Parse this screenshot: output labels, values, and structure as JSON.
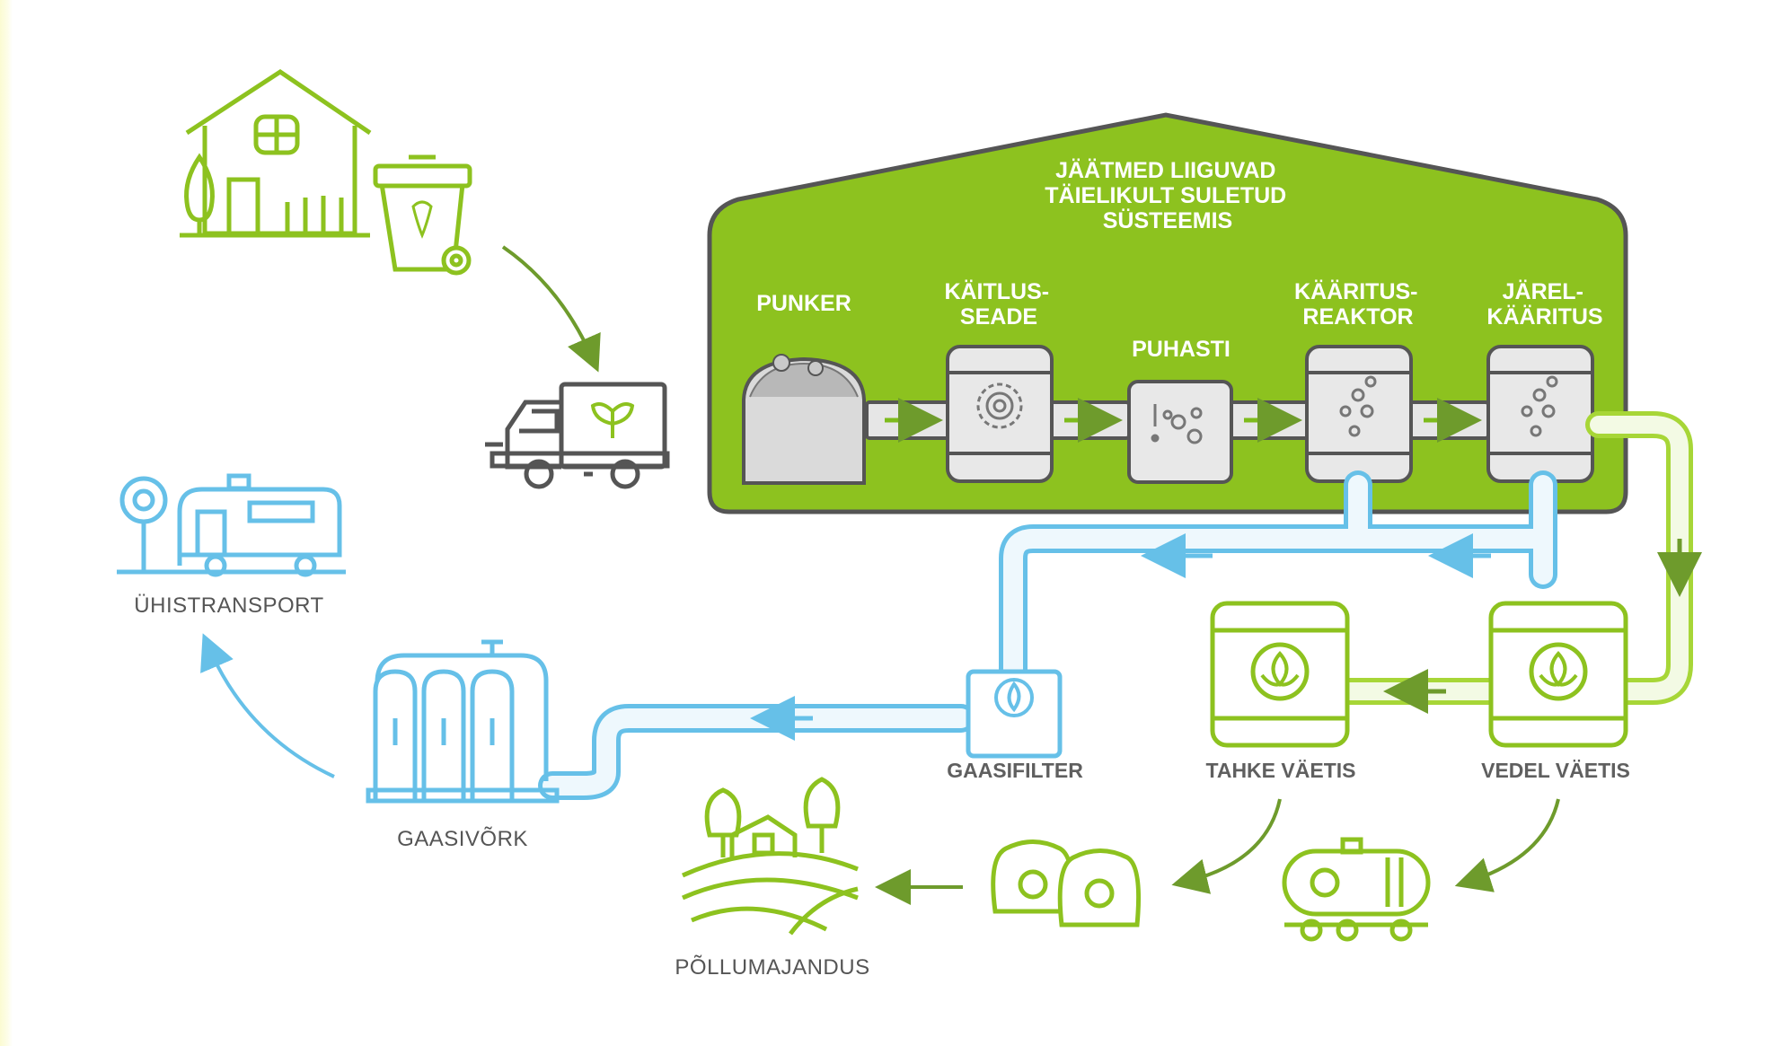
{
  "building_title": [
    "JÄÄTMED LIIGUVAD",
    "TÄIELIKULT SULETUD",
    "SÜSTEEMIS"
  ],
  "stages": {
    "punker": [
      "PUNKER"
    ],
    "kaitlusseade": [
      "KÄITLUS-",
      "SEADE"
    ],
    "puhasti": [
      "PUHASTI"
    ],
    "kaaritusreaktor": [
      "KÄÄRITUS-",
      "REAKTOR"
    ],
    "jarelkaaritus": [
      "JÄREL-",
      "KÄÄRITUS"
    ]
  },
  "outputs": {
    "gaasifilter": "GAASIFILTER",
    "tahke_vaetis": "TAHKE VÄETIS",
    "vedel_vaetis": "VEDEL VÄETIS",
    "gaasivork": "GAASIVÕRK",
    "uhistransport": "ÜHISTRANSPORT",
    "pollumajandus": "PÕLLUMAJANDUS"
  },
  "colors": {
    "green": "#8dc21f",
    "blue": "#66c0e8",
    "dark_gray": "#555555",
    "light_gray": "#e6e6e6",
    "arrow_green": "#6e9b2c"
  },
  "icons": [
    "house-icon",
    "compost-bin-icon",
    "garbage-truck-icon",
    "bus-stop-icon",
    "gas-cylinders-icon",
    "farm-field-icon",
    "fertilizer-sacks-icon",
    "tank-trailer-icon",
    "flame-icon",
    "leaf-icon"
  ]
}
